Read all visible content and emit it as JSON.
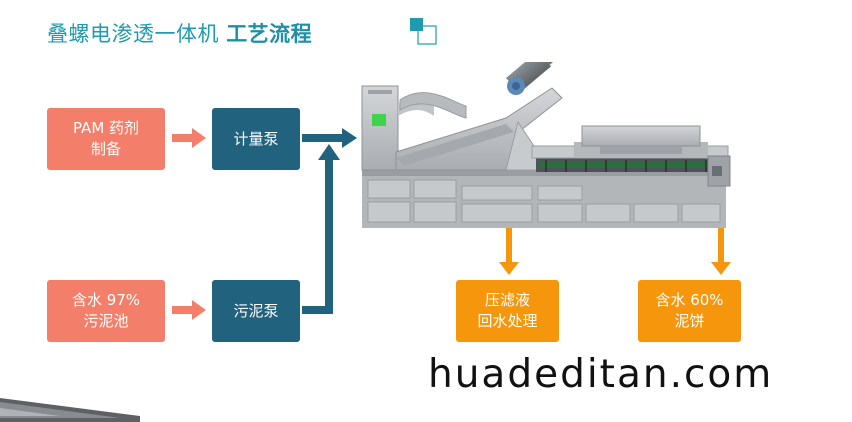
{
  "header": {
    "title_main": "叠螺电渗透一体机 ",
    "title_bold": "工艺流程"
  },
  "flow": {
    "pam": {
      "line1": "PAM 药剂",
      "line2": "制备"
    },
    "meter_pump": {
      "label": "计量泵"
    },
    "sludge_source": {
      "line1": "含水 97%",
      "line2": "污泥池"
    },
    "sludge_pump": {
      "label": "污泥泵"
    },
    "filtrate": {
      "line1": "压滤液",
      "line2": "回水处理"
    },
    "cake": {
      "line1": "含水 60%",
      "line2": "泥饼"
    }
  },
  "watermark": "huadeditan.com",
  "colors": {
    "title": "#1f9bb0",
    "salmon": "#f37f6a",
    "teal": "#21637f",
    "orange": "#f5960d",
    "arrow_salmon": "#f37f6a",
    "arrow_teal": "#21637f",
    "arrow_orange": "#f5960d"
  }
}
